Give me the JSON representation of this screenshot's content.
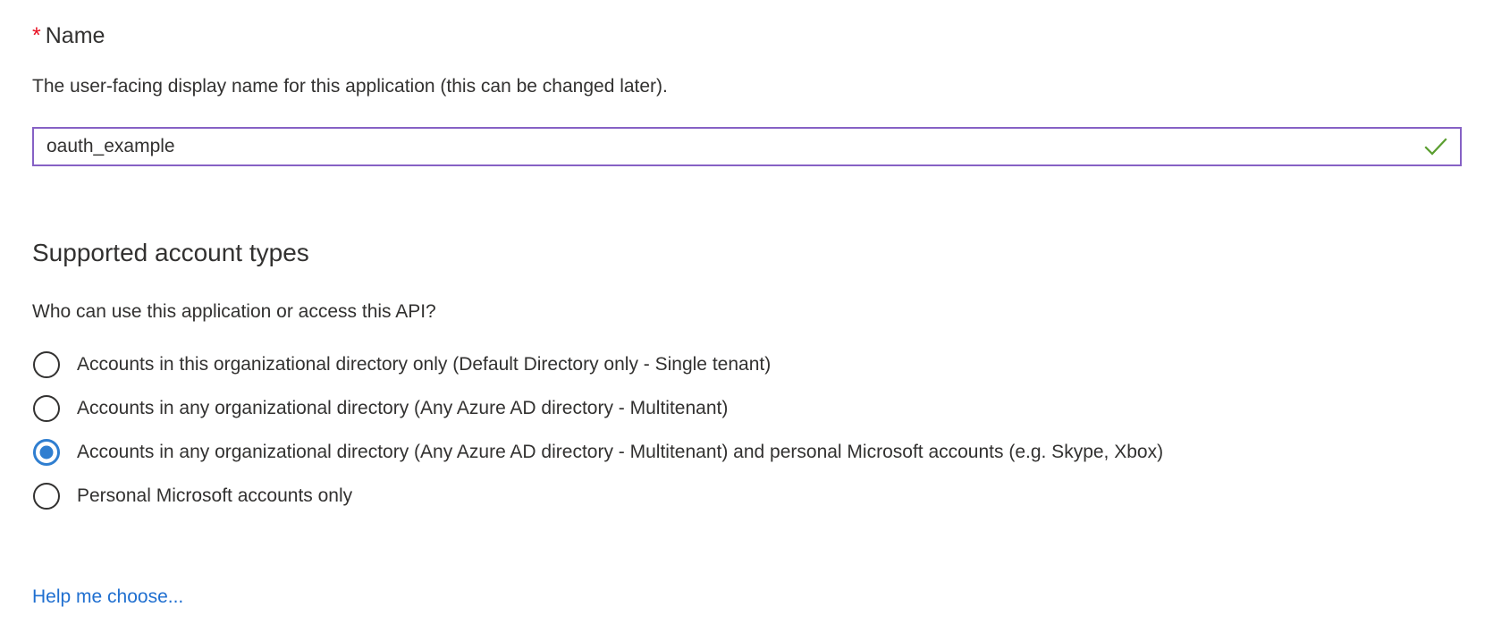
{
  "name_section": {
    "required_marker": "*",
    "label": "Name",
    "description": "The user-facing display name for this application (this can be changed later).",
    "input_value": "oauth_example",
    "input_placeholder": "",
    "validation_icon": "checkmark-icon",
    "validation_color": "#5a9e2f",
    "border_color": "#8661c5"
  },
  "account_types_section": {
    "heading": "Supported account types",
    "question": "Who can use this application or access this API?",
    "selected_index": 2,
    "accent_color": "#2f7ed0",
    "options": [
      {
        "label": "Accounts in this organizational directory only (Default Directory only - Single tenant)",
        "selected": false
      },
      {
        "label": "Accounts in any organizational directory (Any Azure AD directory - Multitenant)",
        "selected": false
      },
      {
        "label": "Accounts in any organizational directory (Any Azure AD directory - Multitenant) and personal Microsoft accounts (e.g. Skype, Xbox)",
        "selected": true
      },
      {
        "label": "Personal Microsoft accounts only",
        "selected": false
      }
    ],
    "help_link": "Help me choose...",
    "help_link_color": "#1f6fd0"
  }
}
